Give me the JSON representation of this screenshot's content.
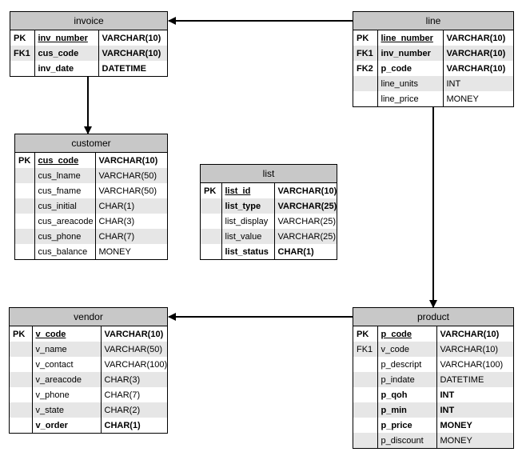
{
  "entities": {
    "invoice": {
      "title": "invoice",
      "rows": [
        {
          "key": "PK",
          "name": "inv_number",
          "type": "VARCHAR(10)",
          "bold": true,
          "underline": true,
          "keybold": true,
          "typebold": true
        },
        {
          "key": "FK1",
          "name": "cus_code",
          "type": "VARCHAR(10)",
          "bold": true,
          "underline": false,
          "keybold": true,
          "typebold": true
        },
        {
          "key": "",
          "name": "inv_date",
          "type": "DATETIME",
          "bold": true,
          "underline": false,
          "keybold": false,
          "typebold": true
        }
      ]
    },
    "line": {
      "title": "line",
      "rows": [
        {
          "key": "PK",
          "name": "line_number",
          "type": "VARCHAR(10)",
          "bold": true,
          "underline": true,
          "keybold": true,
          "typebold": true
        },
        {
          "key": "FK1",
          "name": "inv_number",
          "type": "VARCHAR(10)",
          "bold": true,
          "underline": false,
          "keybold": true,
          "typebold": true
        },
        {
          "key": "FK2",
          "name": "p_code",
          "type": "VARCHAR(10)",
          "bold": true,
          "underline": false,
          "keybold": true,
          "typebold": true
        },
        {
          "key": "",
          "name": "line_units",
          "type": "INT",
          "bold": false,
          "underline": false,
          "keybold": false,
          "typebold": false
        },
        {
          "key": "",
          "name": "line_price",
          "type": "MONEY",
          "bold": false,
          "underline": false,
          "keybold": false,
          "typebold": false
        }
      ]
    },
    "customer": {
      "title": "customer",
      "rows": [
        {
          "key": "PK",
          "name": "cus_code",
          "type": "VARCHAR(10)",
          "bold": true,
          "underline": true,
          "keybold": true,
          "typebold": true
        },
        {
          "key": "",
          "name": "cus_lname",
          "type": "VARCHAR(50)",
          "bold": false,
          "underline": false,
          "keybold": false,
          "typebold": false
        },
        {
          "key": "",
          "name": "cus_fname",
          "type": "VARCHAR(50)",
          "bold": false,
          "underline": false,
          "keybold": false,
          "typebold": false
        },
        {
          "key": "",
          "name": "cus_initial",
          "type": "CHAR(1)",
          "bold": false,
          "underline": false,
          "keybold": false,
          "typebold": false
        },
        {
          "key": "",
          "name": "cus_areacode",
          "type": "CHAR(3)",
          "bold": false,
          "underline": false,
          "keybold": false,
          "typebold": false
        },
        {
          "key": "",
          "name": "cus_phone",
          "type": "CHAR(7)",
          "bold": false,
          "underline": false,
          "keybold": false,
          "typebold": false
        },
        {
          "key": "",
          "name": "cus_balance",
          "type": "MONEY",
          "bold": false,
          "underline": false,
          "keybold": false,
          "typebold": false
        }
      ]
    },
    "list": {
      "title": "list",
      "rows": [
        {
          "key": "PK",
          "name": "list_id",
          "type": "VARCHAR(10)",
          "bold": true,
          "underline": true,
          "keybold": true,
          "typebold": true
        },
        {
          "key": "",
          "name": "list_type",
          "type": "VARCHAR(25)",
          "bold": true,
          "underline": false,
          "keybold": false,
          "typebold": true
        },
        {
          "key": "",
          "name": "list_display",
          "type": "VARCHAR(25)",
          "bold": false,
          "underline": false,
          "keybold": false,
          "typebold": false
        },
        {
          "key": "",
          "name": "list_value",
          "type": "VARCHAR(25)",
          "bold": false,
          "underline": false,
          "keybold": false,
          "typebold": false
        },
        {
          "key": "",
          "name": "list_status",
          "type": "CHAR(1)",
          "bold": true,
          "underline": false,
          "keybold": false,
          "typebold": true
        }
      ]
    },
    "vendor": {
      "title": "vendor",
      "rows": [
        {
          "key": "PK",
          "name": "v_code",
          "type": "VARCHAR(10)",
          "bold": true,
          "underline": true,
          "keybold": true,
          "typebold": true
        },
        {
          "key": "",
          "name": "v_name",
          "type": "VARCHAR(50)",
          "bold": false,
          "underline": false,
          "keybold": false,
          "typebold": false
        },
        {
          "key": "",
          "name": "v_contact",
          "type": "VARCHAR(100)",
          "bold": false,
          "underline": false,
          "keybold": false,
          "typebold": false
        },
        {
          "key": "",
          "name": "v_areacode",
          "type": "CHAR(3)",
          "bold": false,
          "underline": false,
          "keybold": false,
          "typebold": false
        },
        {
          "key": "",
          "name": "v_phone",
          "type": "CHAR(7)",
          "bold": false,
          "underline": false,
          "keybold": false,
          "typebold": false
        },
        {
          "key": "",
          "name": "v_state",
          "type": "CHAR(2)",
          "bold": false,
          "underline": false,
          "keybold": false,
          "typebold": false
        },
        {
          "key": "",
          "name": "v_order",
          "type": "CHAR(1)",
          "bold": true,
          "underline": false,
          "keybold": false,
          "typebold": true
        }
      ]
    },
    "product": {
      "title": "product",
      "rows": [
        {
          "key": "PK",
          "name": "p_code",
          "type": "VARCHAR(10)",
          "bold": true,
          "underline": true,
          "keybold": true,
          "typebold": true
        },
        {
          "key": "FK1",
          "name": "v_code",
          "type": "VARCHAR(10)",
          "bold": false,
          "underline": false,
          "keybold": false,
          "typebold": false
        },
        {
          "key": "",
          "name": "p_descript",
          "type": "VARCHAR(100)",
          "bold": false,
          "underline": false,
          "keybold": false,
          "typebold": false
        },
        {
          "key": "",
          "name": "p_indate",
          "type": "DATETIME",
          "bold": false,
          "underline": false,
          "keybold": false,
          "typebold": false
        },
        {
          "key": "",
          "name": "p_qoh",
          "type": "INT",
          "bold": true,
          "underline": false,
          "keybold": false,
          "typebold": true
        },
        {
          "key": "",
          "name": "p_min",
          "type": "INT",
          "bold": true,
          "underline": false,
          "keybold": false,
          "typebold": true
        },
        {
          "key": "",
          "name": "p_price",
          "type": "MONEY",
          "bold": true,
          "underline": false,
          "keybold": false,
          "typebold": true
        },
        {
          "key": "",
          "name": "p_discount",
          "type": "MONEY",
          "bold": false,
          "underline": false,
          "keybold": false,
          "typebold": false
        }
      ]
    }
  },
  "colors": {
    "header_bg": "#c8c8c8",
    "alt_row_bg": "#e6e6e6",
    "line": "#000000"
  }
}
